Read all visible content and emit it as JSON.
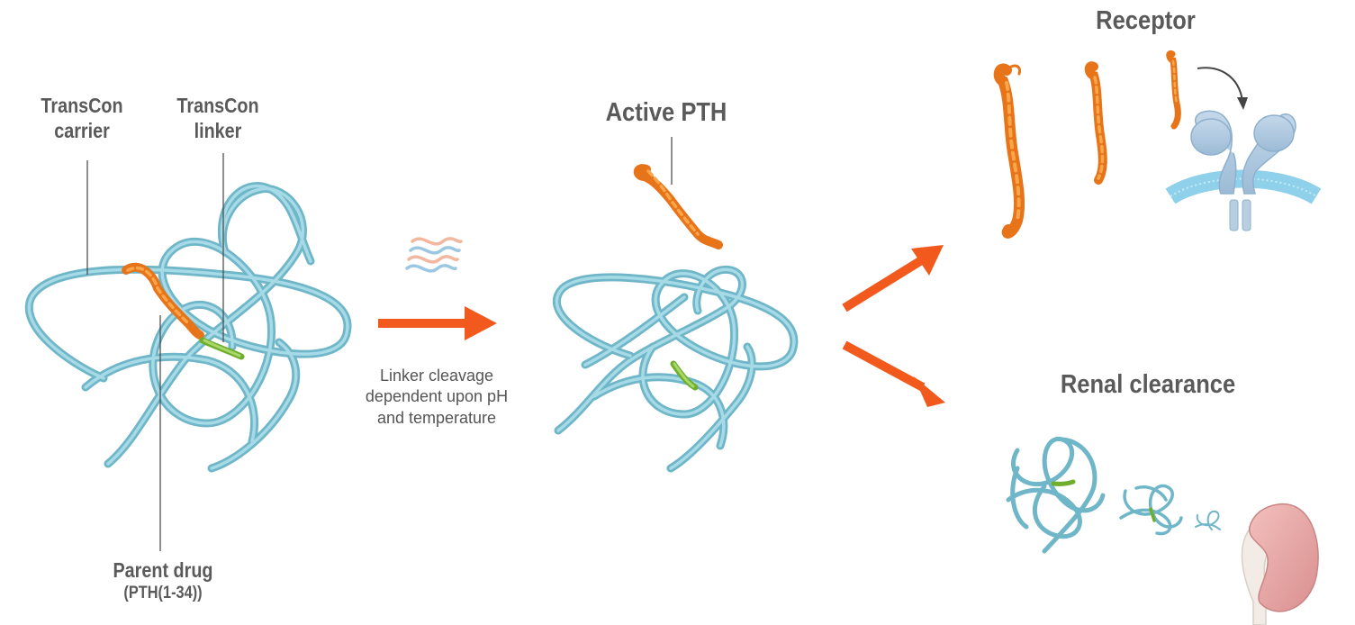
{
  "labels": {
    "carrier_line1": "TransCon",
    "carrier_line2": "carrier",
    "linker_line1": "TransCon",
    "linker_line2": "linker",
    "parent_line1": "Parent drug",
    "parent_line2": "(PTH(1-34))",
    "active": "Active PTH",
    "receptor": "Receptor",
    "renal": "Renal clearance"
  },
  "caption": {
    "line1": "Linker cleavage",
    "line2": "dependent upon pH",
    "line3": "and temperature"
  },
  "colors": {
    "carrier_ribbon": "#7ec3d3",
    "peptide_orange": "#f08a24",
    "linker_green": "#8cc63f",
    "arrow_orange": "#f25a1d",
    "label_gray": "#5a5a5a",
    "receptor_blue": "#aac8de",
    "membrane_blue": "#8fd0ea",
    "kidney_pink": "#e8a4a4"
  }
}
